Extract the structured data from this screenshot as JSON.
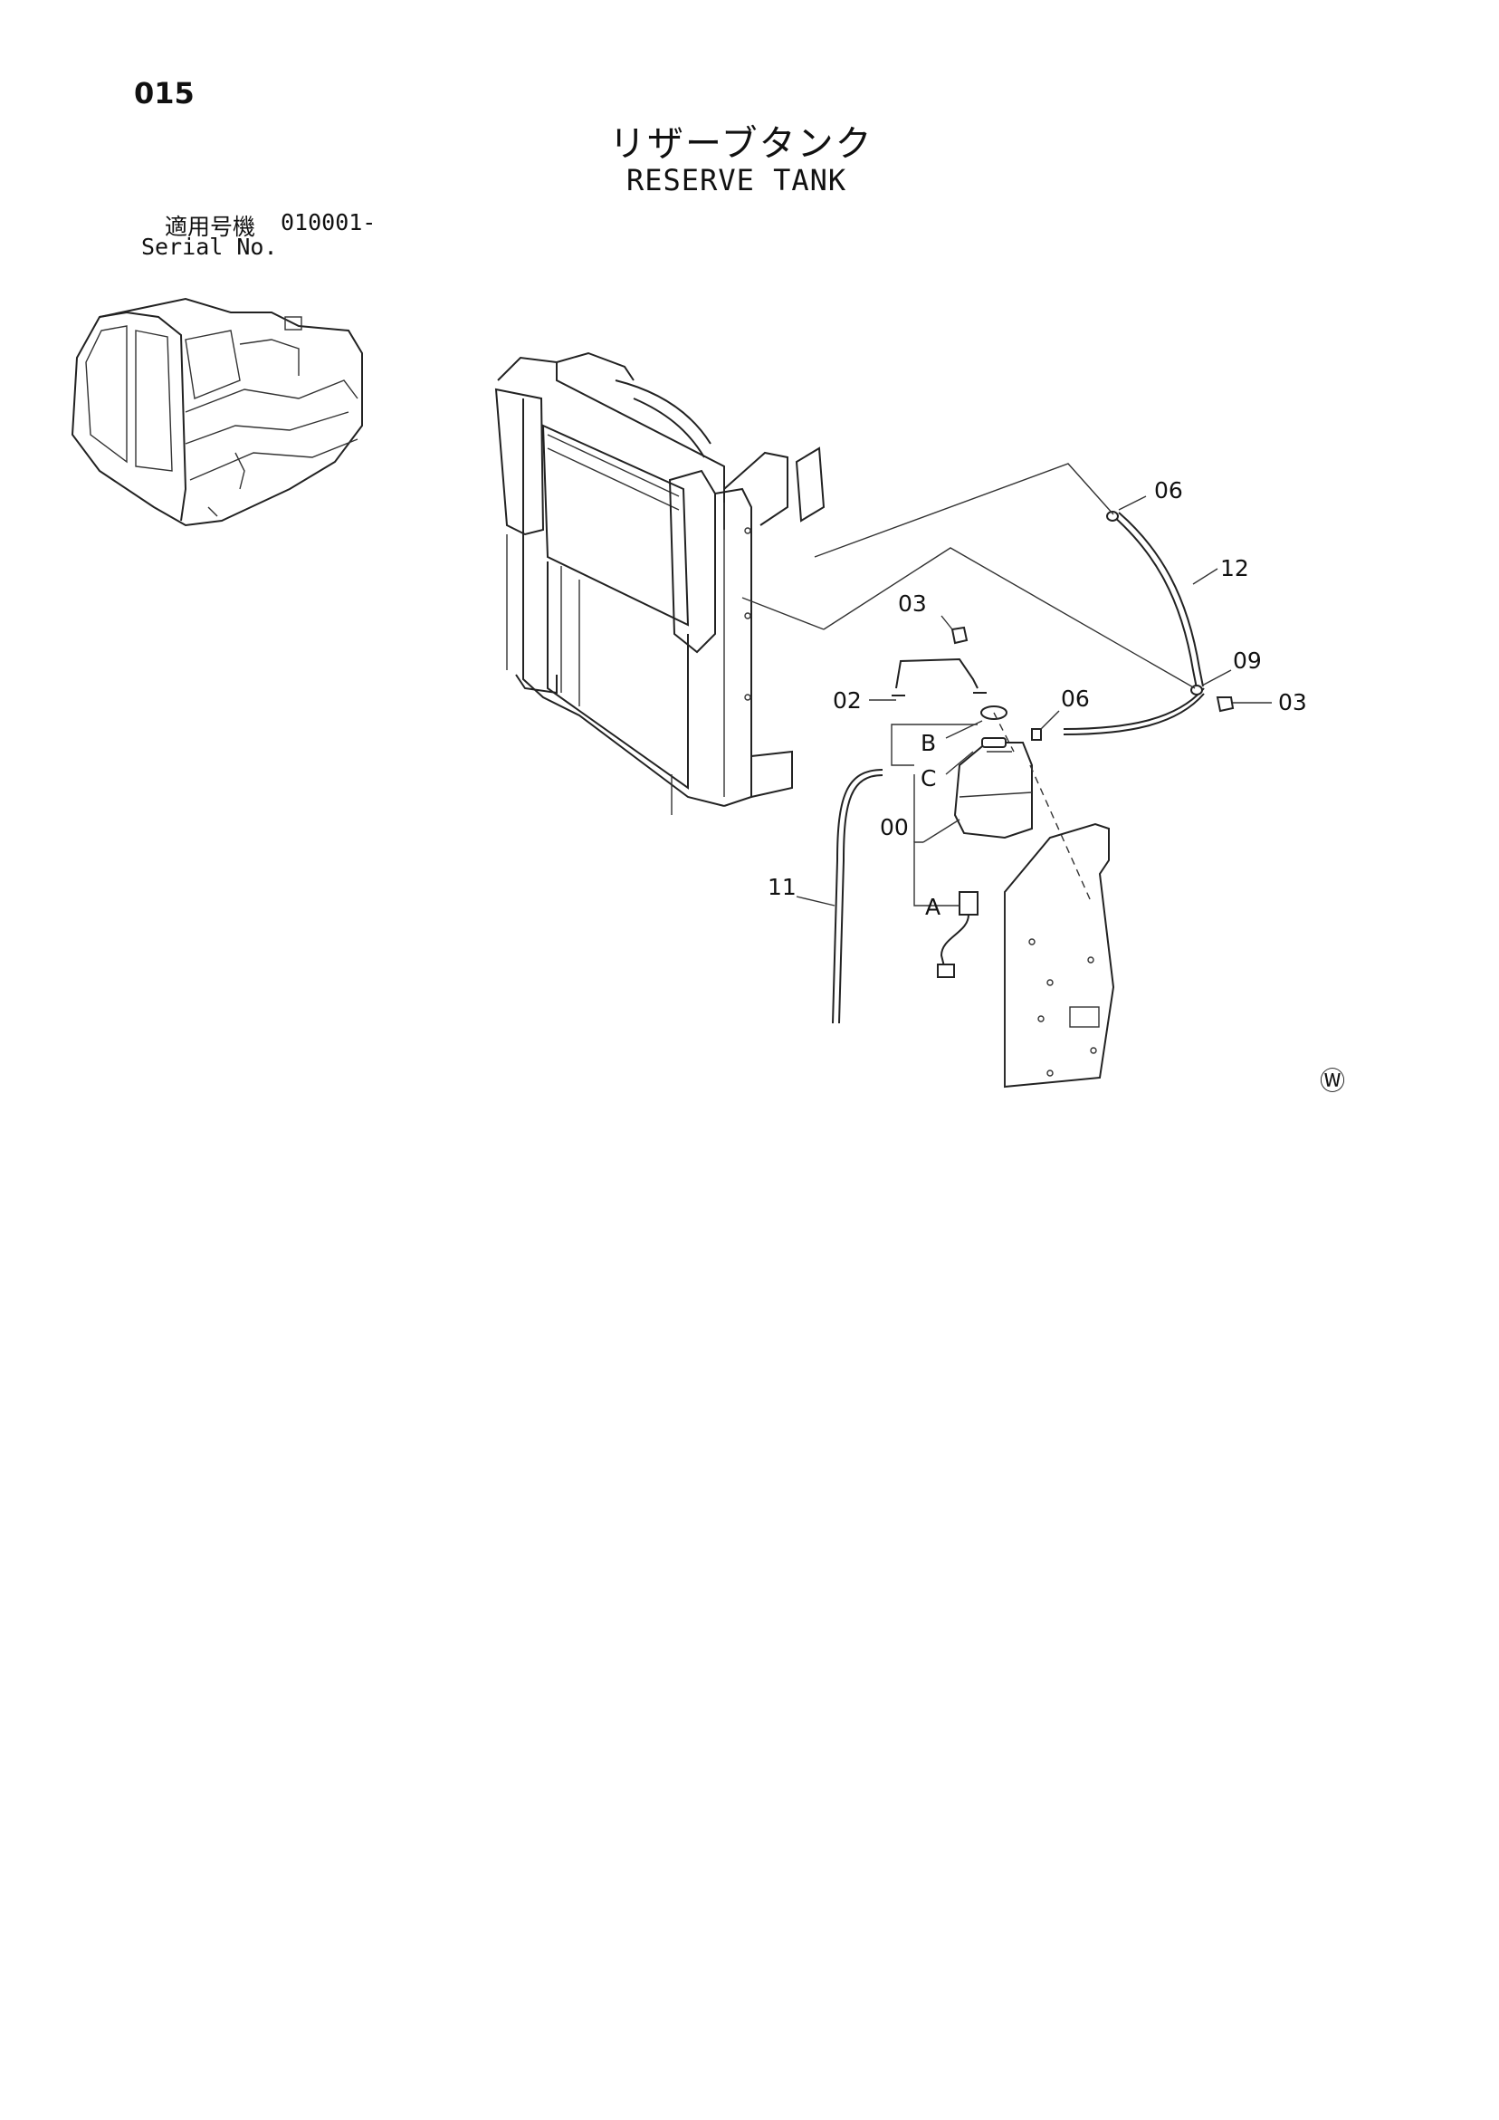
{
  "header": {
    "page_number": "015",
    "title_jp": "リザーブタンク",
    "title_en": "RESERVE TANK",
    "serial_label_jp": "適用号機",
    "serial_value": "010001-",
    "serial_label_en": "Serial No."
  },
  "callouts": {
    "c06_top": "06",
    "c12": "12",
    "c09": "09",
    "c03_right": "03",
    "c03_top": "03",
    "c02": "02",
    "c06_mid": "06",
    "cB": "B",
    "cC": "C",
    "c00": "00",
    "c11": "11",
    "cA": "A"
  },
  "mark": "Ⓦ"
}
